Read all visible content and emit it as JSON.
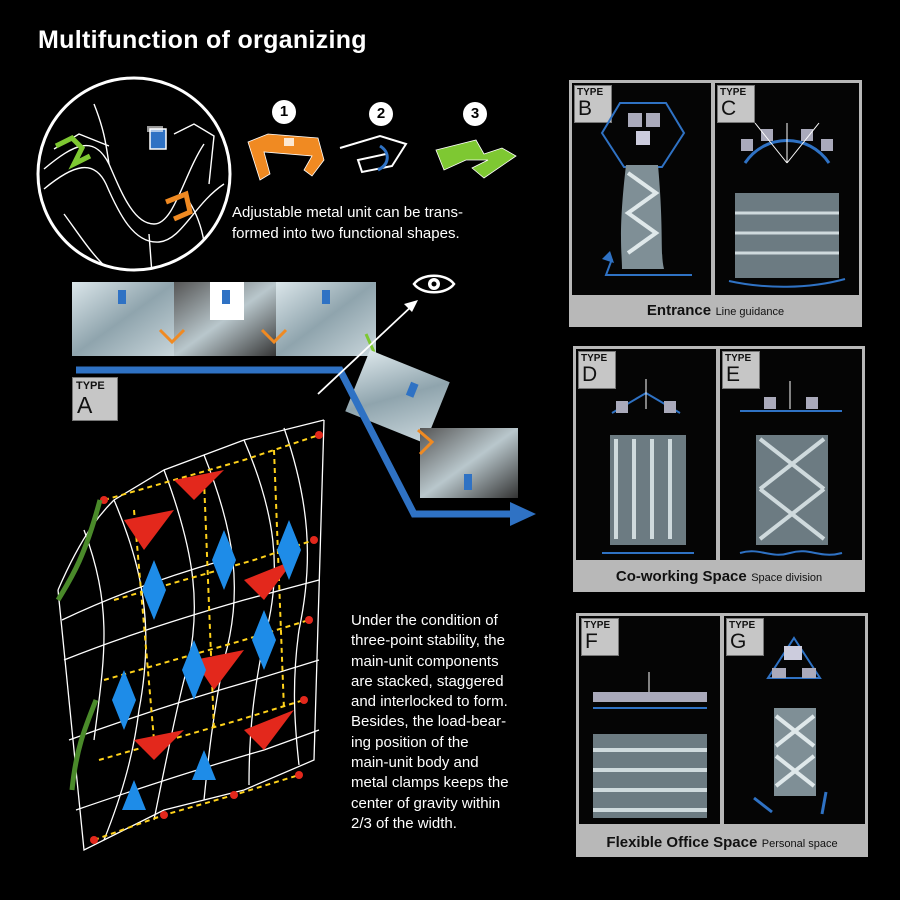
{
  "title": "Multifunction of organizing",
  "steps": [
    "1",
    "2",
    "3"
  ],
  "caption_units": "Adjustable metal unit can be transformed into two functional shapes.",
  "caption_units_lines": [
    "Adjustable metal unit can be trans-",
    "formed into two functional shapes."
  ],
  "caption_stability_lines": [
    "Under the condition of",
    "three-point stability, the",
    "main-unit components",
    "are stacked, staggered",
    "and interlocked to form.",
    "Besides, the load-bear-",
    "ing position of the",
    "main-unit body and",
    "metal clamps keeps the",
    "center of gravity within",
    "2/3 of the width."
  ],
  "type_word": "TYPE",
  "types": {
    "A": "A",
    "B": "B",
    "C": "C",
    "D": "D",
    "E": "E",
    "F": "F",
    "G": "G"
  },
  "panels": {
    "entrance": {
      "title": "Entrance",
      "subtitle": "Line guidance"
    },
    "coworking": {
      "title": "Co-working Space",
      "subtitle": "Space division"
    },
    "flexible": {
      "title": "Flexible Office Space",
      "subtitle": "Personal space"
    }
  },
  "colors": {
    "orange": "#f08a22",
    "green": "#7ec832",
    "blue": "#2f72c4",
    "yellow": "#ffd21a",
    "red": "#e3281c",
    "cyan": "#1e8ce8"
  },
  "icons": [
    "eye-icon",
    "arrow-right-icon"
  ]
}
